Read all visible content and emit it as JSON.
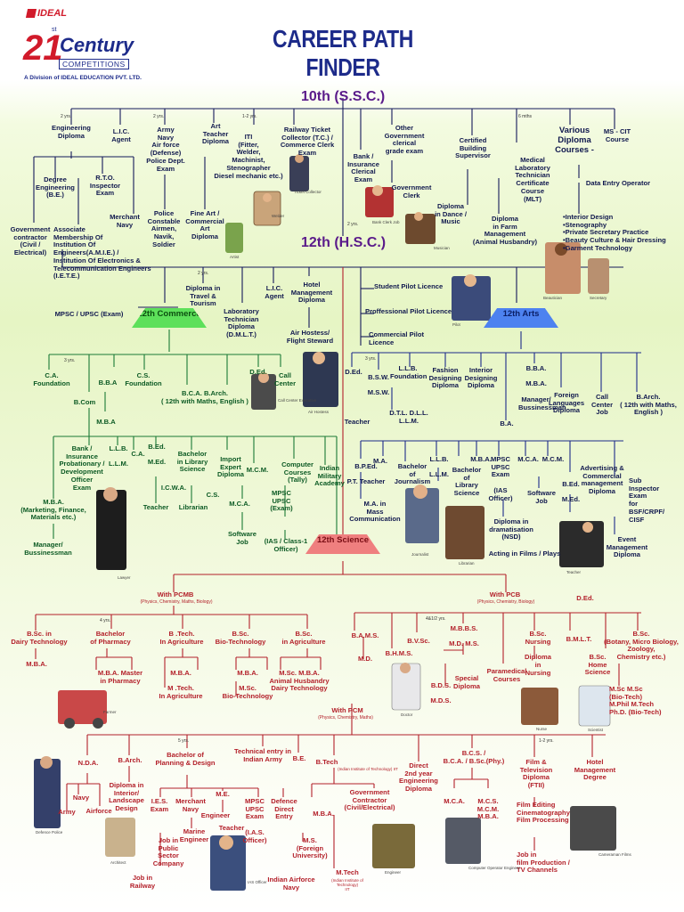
{
  "header": {
    "brand": "IDEAL",
    "logo_number": "21",
    "logo_ordinal": "st",
    "logo_word": "Century",
    "logo_tagline": "COMPETITIONS",
    "division": "A Division of IDEAL EDUCATION PVT. LTD.",
    "title": "CAREER PATH FINDER"
  },
  "hubs": {
    "ssc": "10th (S.S.C.)",
    "hsc": "12th (H.S.C.)"
  },
  "streams": {
    "commerce": "12th\nCommerce",
    "arts": "12th\nArts",
    "science": "12th\nScience"
  },
  "colors": {
    "title": "#1d2b8a",
    "commerce": "#0c5a24",
    "arts": "#1d2b8a",
    "science": "#b3202a",
    "hub": "#5a1a8a"
  },
  "nodes": {
    "eng_diploma": "Engineering\nDiploma",
    "lic_agent_10": "L.I.C.\nAgent",
    "army_etc": "Army\nNavy\nAir force\n(Defense)\nPolice Dept.\nExam",
    "art_teacher": "Art\nTeacher\nDiploma",
    "iti": "ITI\n(Fitter,\nWelder,\nMachinist,\nStenographer\nDiesel mechanic etc.)",
    "railway_ticket": "Railway Ticket\nCollector (T.C.) /\nCommerce Clerk\nExam",
    "bank_clerk_10": "Bank /\nInsurance\nClerical\nExam",
    "other_govt": "Other\nGovernment\nclerical\ngrade exam",
    "govt_clerk": "Government\nClerk",
    "building_supervisor": "Certified\nBuilding\nSupervisor",
    "mlt": "Medical\nLaboratory\nTechnician\nCertificate\nCourse\n(MLT)",
    "various_diploma": "Various\nDiploma\nCourses -",
    "ms_cit": "MS - CIT\nCourse",
    "data_entry": "Data Entry Operator",
    "degree_eng": "Degree\nEngineering\n(B.E.)",
    "rto": "R.T.O.\nInspector\nExam",
    "merchant_navy_10": "Merchant\nNavy",
    "police_constable": "Police\nConstable\nAirmen,\nNavik,\nSoldier",
    "fine_art": "Fine Art /\nCommercial\nArt\nDiploma",
    "dance_music": "Diploma\nin Dance /\nMusic",
    "farm_mgmt": "Diploma\nin Farm\nManagement\n(Animal Husbandry)",
    "diploma_list": "•Interior Design\n•Stenography\n•Private Secretary Practice\n•Beauty Culture & Hair Dressing\n•Garment Technology",
    "govt_contractor_10": "Government\ncontractor\n(Civil /\nElectrical)",
    "amie": "Associate\nMembership Of\nInstitution Of\nEngineers(A.M.I.E.) /\nInstitution Of Electronics &\nTelecommunication Engineers\n(I.E.T.E.)",
    "mpsc_upsc_10": "MPSC / UPSC (Exam)",
    "travel_tourism": "Diploma in\nTravel &\nTourism",
    "dmlt": "Laboratory\nTechnician\nDiploma\n(D.M.L.T.)",
    "lic_agent_12": "L.I.C.\nAgent",
    "hotel_mgmt_12": "Hotel\nManagement\nDiploma",
    "air_hostess": "Air Hostess/\nFlight Steward",
    "pilot_student": "Student Pilot Licence",
    "pilot_prof": "Proffessional Pilot Licence",
    "pilot_comm": "Commercial Pilot Licence",
    "ca": "C.A.\nFoundation",
    "bba_c": "B.B.A",
    "cs": "C.S.\nFoundation",
    "bca_c": "B.C.A.   B.Arch.\n( 12th with Maths, English )",
    "ded_c": "D.Ed.",
    "call_center_c": "Call\nCenter",
    "bcom": "B.Com",
    "mba_c": "M.B.A",
    "bank_po": "Bank /\nInsurance\nProbationary /\nDevelopment\nOfficer\nExam",
    "llb_c": "L.L.B.\n\nL.L.M.",
    "ca_final": "C.A.",
    "bed_c": "B.Ed.\n\nM.Ed.",
    "icwa": "I.C.W.A.",
    "lib_sci_c": "Bachelor\nin Library\nScience",
    "import_export": "Import\nExpert\nDiploma",
    "mcm_c": "M.C.M.",
    "computer_courses": "Computer\nCourses\n(Tally)",
    "military_academy": "Indian\nMilitary\nAcademy",
    "mba_fin": "M.B.A.\n(Marketing, Finance,\nMaterials etc.)",
    "teacher_c": "Teacher",
    "librarian": "Librarian",
    "cs_final": "C.S.",
    "mca_c": "M.C.A.",
    "software_job_c": "Software\nJob",
    "mpsc_upsc_c": "MPSC\nUPSC\n(Exam)",
    "ias_c": "(IAS / Class-1\nOfficer)",
    "manager_c": "Manager/\nBussinessman",
    "ded_a": "D.Ed.",
    "bsw": "B.S.W.\n\nM.S.W.",
    "llb_a": "L.L.B.\nFoundation",
    "dtl": "D.T.L. D.L.L.\nL.L.M.",
    "fashion": "Fashion\nDesigning\nDiploma",
    "interior": "Interior\nDesigning\nDiploma",
    "bba_a": "B.B.A.\n\nM.B.A.\n\nManager/\nBussinessman",
    "foreign_lang": "Foreign\nLanguages\nDiploma",
    "call_center_a": "Call\nCenter\nJob",
    "barch_a": "B.Arch.\n( 12th with Maths,\nEnglish )",
    "teacher_a": "Teacher",
    "ba": "B.A.",
    "bped": "B.P.Ed.\n\nP.T. Teacher",
    "ma": "M.A.",
    "journalism": "Bachelor\nof\nJournalism",
    "mass_comm": "M.A. in\nMass\nCommunication",
    "llb_a2": "L.L.B.\n\nL.L.M.",
    "lib_sci_a": "Bachelor\nof\nLibrary\nScience",
    "mba_a": "M.B.A.",
    "mpsc_upsc_a": "MPSC\nUPSC\nExam\n\n(IAS\nOfficer)",
    "mca_a": "M.C.A.",
    "mcm_a": "M.C.M.",
    "software_job_a": "Software\nJob",
    "bed_a": "B.Ed.\n\nM.Ed.",
    "advertising": "Advertising &\nCommercial\nmanagement\nDiploma",
    "sub_inspector": "Sub\nInspector\nExam\nfor\nBSF/CRPF/\nCISF",
    "dramatisation": "Diploma in\ndramatisation\n(NSD)",
    "acting": "Acting in Films / Plays",
    "event_mgmt": "Event\nManagement\nDiploma",
    "ded_a2": "D.Ed.",
    "with_pcmb": "With PCMB",
    "pcmb_sub": "(Physics, Chemistry, Maths, Biology)",
    "with_pcb": "With PCB",
    "pcb_sub": "(Physics, Chemistry, Biology)",
    "dairy": "B.Sc. in\nDairy Technology",
    "pharmacy": "Bachelor\nof Pharmacy",
    "btech_agri": "B .Tech.\nIn Agriculture",
    "bsc_biotech": "B.Sc.\nBio-Technology",
    "bsc_agri": "B.Sc.\nin Agriculture",
    "mba_dairy": "M.B.A.",
    "mba_pharm": "M.B.A.   Master\nin Pharmacy",
    "mtech_agri": "M.B.A.\n\nM .Tech.\nIn Agriculture",
    "msc_biotech": "M.B.A.\n\nM.Sc.\nBio-Technology",
    "animal_husbandry": "M.Sc.  M.B.A.\nAnimal Husbandry\nDairy Technology",
    "bams": "B.A.M.S.\n\n\nM.D.",
    "bhms": "B.H.M.S.",
    "bvsc": "B.V.Sc.",
    "mbbs": "M.B.B.S.\n\nM.D.   M.S.",
    "special_diploma": "Special\nDiploma",
    "bds": "B.D.S.\n\nM.D.S.",
    "paramedical": "Paramedical\nCourses",
    "nursing": "B.Sc.\nNursing\n\nDiploma\nin\nNursing",
    "bmlt": "B.M.L.T.",
    "bsc_bio": "B.Sc.\n(Botany, Micro Biology,\nZoology,\nChemistry etc.)",
    "home_science": "B.Sc.\nHome\nScience",
    "msc_bio": "M.Sc  M.Sc\n       (Bio-Tech)\nM.Phil  M.Tech\nPh.D. (Bio-Tech)",
    "with_pcm": "With PCM",
    "pcm_sub": "(Physics, Chemistry, Maths)",
    "nda": "N.D.A.",
    "barch_s": "B.Arch.",
    "planning_design": "Bachelor of\nPlanning & Design",
    "army_tech": "Technical entry in\nIndian Army",
    "be": "B.E.",
    "btech": "B.Tech",
    "btech_sub": "(Indian Institute of Technology) IIT",
    "direct_2nd": "Direct\n2nd year\nEngineering\nDiploma",
    "bcs": "B.C.S. /\nB.C.A. / B.Sc.(Phy.)",
    "film_tv": "Film &\nTelevision\nDiploma\n(FTII)",
    "hotel_mgmt_s": "Hotel\nManagement\nDegree",
    "navy_s": "Navy",
    "army_s": "Army",
    "airforce_s": "Airforce",
    "interior_s": "Diploma in\nInterior/\nLandscape\nDesign",
    "ies": "I.E.S.\nExam",
    "merchant_navy_s": "Merchant\nNavy",
    "me": "M.E.",
    "engineer": "Engineer",
    "teacher_s": "Teacher",
    "mpsc_upsc_s": "MPSC\nUPSC\nExam\n\n(I.A.S.\nOfficer)",
    "defence_entry": "Defence\nDirect\nEntry",
    "mba_s": "M.B.A.",
    "govt_contractor_s": "Government\nContractor\n(Civil/Electrical)",
    "ms_s": "M.S.\n(Foreign\nUniversity)",
    "mca_s": "M.C.A.",
    "mcs": "M.C.S.\nM.C.M.\nM.B.A.",
    "film_editing": "Film Editing\nCinematography\nFilm Processing",
    "job_film": "Job in\nfilm Production /\nTV Channels",
    "marine_engineer": "Marine\nEngineer",
    "job_public": "Job in\nPublic\nSector\nCompany",
    "job_railway": "Job in\nRailway",
    "indian_navy_s": "Indian   Airforce\nNavy",
    "mtech_iit": "M.Tech",
    "mtech_iit_sub": "(Indian Institute of\nTechnology)\nIIT"
  },
  "pictures": {
    "welder": "Welder",
    "ticket_collector": "Ticket\nCollector",
    "bank_clerk": "Bank\nClerk Job",
    "musician": "Musician",
    "fine_artist": "Artist",
    "beautician": "Beautician",
    "secretary": "Secretary",
    "pilot": "Pilot",
    "call_centre": "Call\nCenter\nExecutive",
    "air_hostess": "Air Hostess",
    "lawyer": "Lawyer",
    "journalist": "Journalist",
    "librarian": "Librarian",
    "teacher": "Teacher",
    "farmer": "Farmer",
    "doctor": "Doctor",
    "nurse": "Nurse",
    "scientist": "Scientist",
    "defence": "Defence\nPolice",
    "architect": "Architect",
    "jobs": "IAS\nOfficer",
    "engineer": "Engineer",
    "computer": "Computer\nOperator Engineer",
    "camera": "Cameraman\nFilms"
  }
}
